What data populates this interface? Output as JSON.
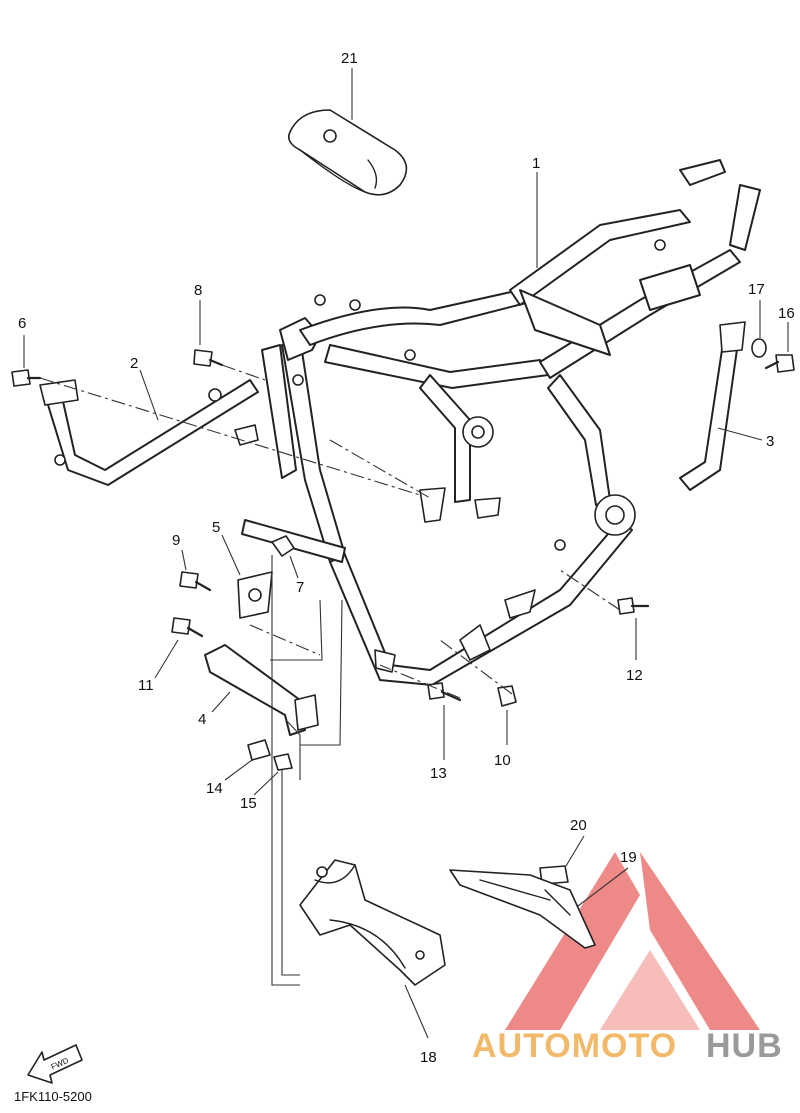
{
  "diagram": {
    "code": "1FK110-5200",
    "fwd_label": "FWD",
    "part_labels": [
      {
        "id": "1",
        "text": "1"
      },
      {
        "id": "2",
        "text": "2"
      },
      {
        "id": "3",
        "text": "3"
      },
      {
        "id": "4",
        "text": "4"
      },
      {
        "id": "5",
        "text": "5"
      },
      {
        "id": "6",
        "text": "6"
      },
      {
        "id": "7",
        "text": "7"
      },
      {
        "id": "8",
        "text": "8"
      },
      {
        "id": "9",
        "text": "9"
      },
      {
        "id": "10",
        "text": "10"
      },
      {
        "id": "11",
        "text": "11"
      },
      {
        "id": "12",
        "text": "12"
      },
      {
        "id": "13",
        "text": "13"
      },
      {
        "id": "14",
        "text": "14"
      },
      {
        "id": "15",
        "text": "15"
      },
      {
        "id": "16",
        "text": "16"
      },
      {
        "id": "17",
        "text": "17"
      },
      {
        "id": "18",
        "text": "18"
      },
      {
        "id": "19",
        "text": "19"
      },
      {
        "id": "20",
        "text": "20"
      },
      {
        "id": "21",
        "text": "21"
      }
    ]
  },
  "watermark": {
    "word_a": "AUTOMOTO",
    "word_b": "HUB",
    "color_a": "#f3b96a",
    "color_b": "#9a9a9a",
    "logo_color": "#e8635f"
  }
}
